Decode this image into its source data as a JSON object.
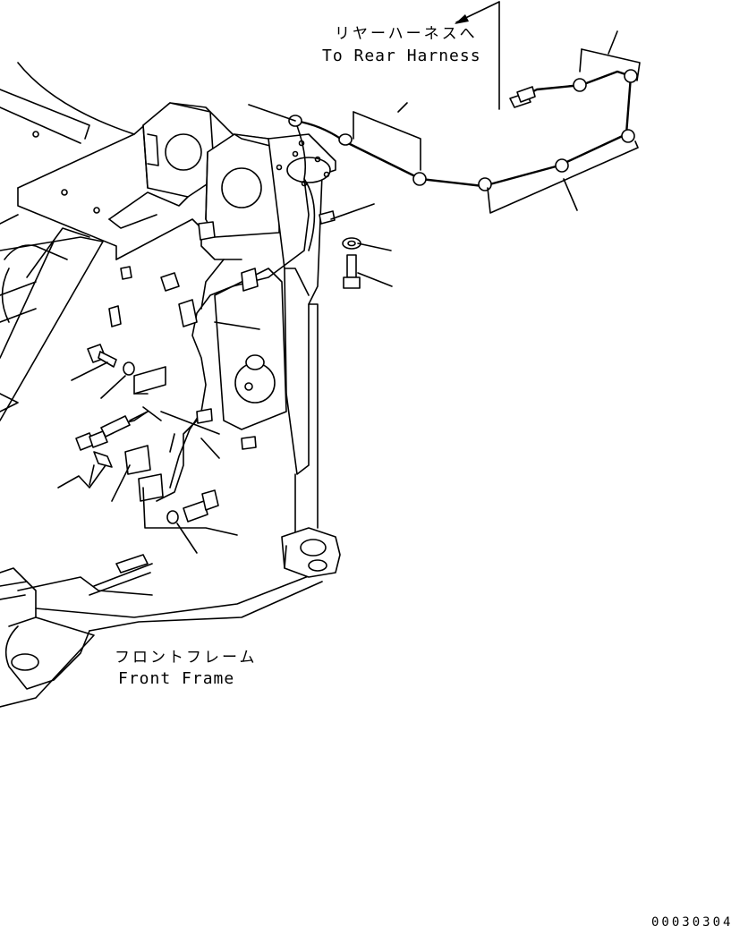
{
  "labels": {
    "to_rear_harness_jp": "リヤーハーネスへ",
    "to_rear_harness_en": "To Rear Harness",
    "front_frame_jp": "フロントフレーム",
    "front_frame_en": "Front Frame",
    "drawing_number": "00030304"
  }
}
